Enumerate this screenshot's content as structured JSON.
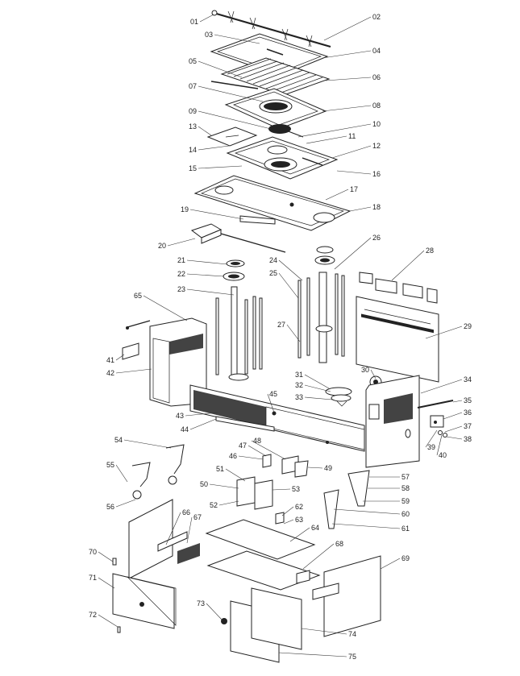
{
  "callouts": [
    "01",
    "02",
    "03",
    "04",
    "05",
    "06",
    "07",
    "08",
    "09",
    "10",
    "11",
    "12",
    "13",
    "14",
    "15",
    "16",
    "17",
    "18",
    "19",
    "20",
    "21",
    "22",
    "23",
    "24",
    "25",
    "26",
    "27",
    "28",
    "29",
    "30",
    "31",
    "32",
    "33",
    "34",
    "35",
    "36",
    "37",
    "38",
    "39",
    "40",
    "41",
    "42",
    "43",
    "44",
    "45",
    "46",
    "47",
    "48",
    "49",
    "50",
    "51",
    "52",
    "53",
    "54",
    "55",
    "56",
    "57",
    "58",
    "59",
    "60",
    "61",
    "62",
    "63",
    "64",
    "65",
    "66",
    "67",
    "68",
    "69",
    "70",
    "71",
    "72",
    "73",
    "74",
    "75"
  ]
}
